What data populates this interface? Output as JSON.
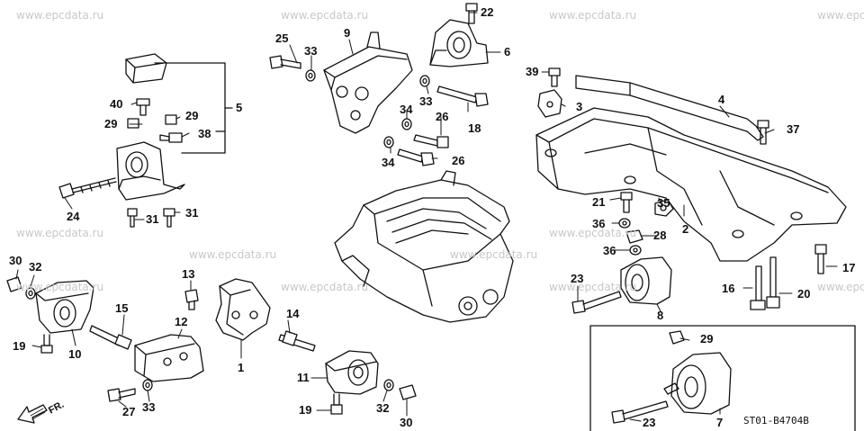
{
  "watermarks": [
    "www.epcdata.ru",
    "www.epcdata.ru",
    "www.epcdata.ru",
    "www.epc",
    "www.epcdata.ru",
    "www.epcdata.ru",
    "www.epcdata.ru",
    "www.epcdata.ru",
    "www.epc",
    "www.epcdata.ru",
    "www.epcdata.ru",
    "www.epcdata.ru"
  ],
  "callouts": [
    "22",
    "25",
    "33",
    "9",
    "6",
    "39",
    "5",
    "40",
    "29",
    "29",
    "38",
    "24",
    "31",
    "31",
    "3",
    "4",
    "37",
    "34",
    "33",
    "26",
    "18",
    "34",
    "26",
    "21",
    "35",
    "36",
    "28",
    "2",
    "36",
    "17",
    "23",
    "16",
    "20",
    "8",
    "30",
    "32",
    "19",
    "10",
    "13",
    "15",
    "12",
    "14",
    "1",
    "11",
    "19",
    "27",
    "33",
    "32",
    "30",
    "29",
    "23",
    "7"
  ],
  "direction_label": "FR.",
  "diagram_code": "ST01-B4704B",
  "colors": {
    "line": "#111111",
    "watermark": "#c8c8c8",
    "part_fill": "#ffffff",
    "shade": "#d9d9d9"
  }
}
